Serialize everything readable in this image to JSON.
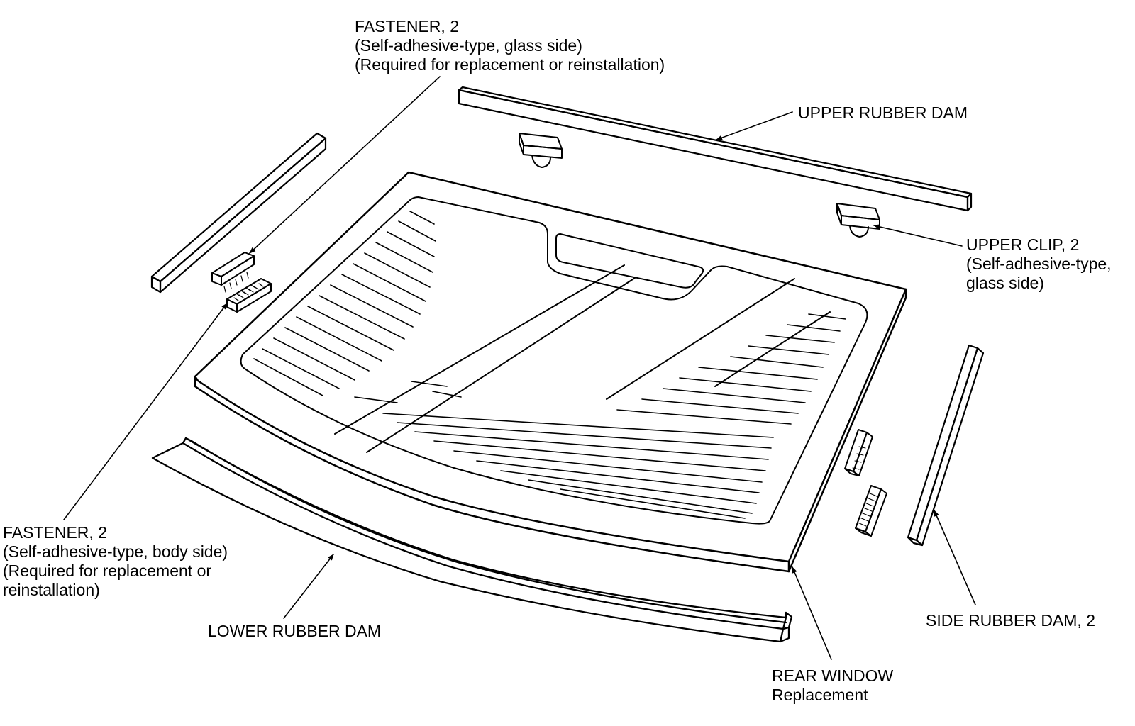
{
  "labels": {
    "fastener_glass": {
      "title": "FASTENER, 2",
      "line1": "(Self-adhesive-type, glass side)",
      "line2": "(Required for replacement or reinstallation)"
    },
    "upper_rubber_dam": {
      "title": "UPPER RUBBER DAM"
    },
    "upper_clip": {
      "title": "UPPER CLIP, 2",
      "line1": "(Self-adhesive-type,",
      "line2": "glass side)"
    },
    "fastener_body": {
      "title": "FASTENER, 2",
      "line1": "(Self-adhesive-type, body side)",
      "line2": "(Required for replacement or",
      "line3": "reinstallation)"
    },
    "lower_rubber_dam": {
      "title": "LOWER RUBBER DAM"
    },
    "side_rubber_dam": {
      "title": "SIDE RUBBER DAM, 2"
    },
    "rear_window": {
      "title": "REAR WINDOW",
      "line1": "Replacement"
    }
  },
  "colors": {
    "line": "#000000",
    "background": "#ffffff",
    "hatch": "#555555"
  }
}
